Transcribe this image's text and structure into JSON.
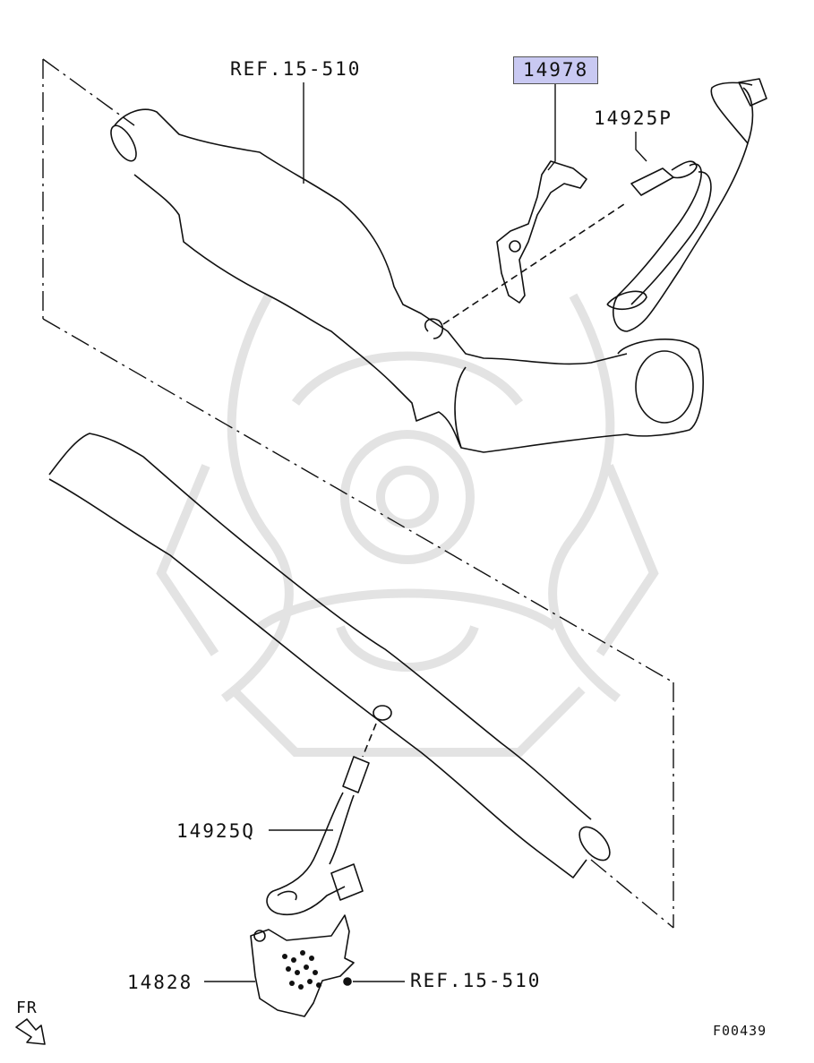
{
  "labels": {
    "ref_top": "REF.15-510",
    "part_highlight": "14978",
    "part_sensor_front": "14925P",
    "part_sensor_rear": "14925Q",
    "part_heat_shield": "14828",
    "ref_bottom": "REF.15-510",
    "front_indicator": "FR",
    "figure_code": "F00439"
  },
  "colors": {
    "line": "#111111",
    "highlight_fill": "#c9c9f2",
    "watermark": "#e6e6e6"
  },
  "icons": {
    "front_arrow": "front-arrow-icon",
    "watermark": "samurai-helmet-watermark"
  }
}
